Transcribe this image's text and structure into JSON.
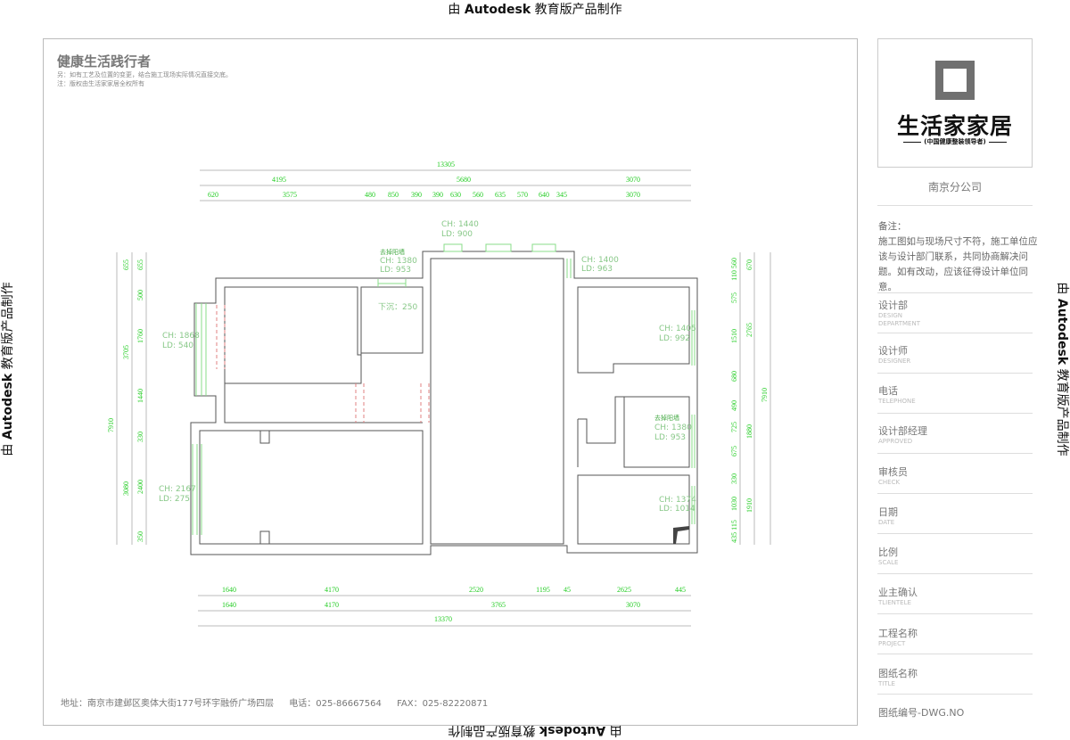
{
  "watermark": {
    "text_prefix": "由 ",
    "brand": "Autodesk",
    "text_suffix": " 教育版产品制作"
  },
  "header": {
    "title": "健康生活践行者",
    "note1": "另：如有工艺及位置的变更，结合施工现场实际情况直接交底。",
    "note2": "注：版权由生活家家居全权所有"
  },
  "footer": {
    "address": "地址：南京市建邺区奥体大街177号环宇融侨广场四层",
    "phone": "电话：025-86667564",
    "fax": "FAX：025-82220871"
  },
  "title_block": {
    "logo_name": "生活家家居",
    "logo_sub": "(中国健康整装领导者)",
    "branch": "南京分公司",
    "notes_title": "备注：",
    "notes_body": "施工图如与现场尺寸不符，施工单位应该与设计部门联系，共同协商解决问题。如有改动，应该征得设计单位同意。",
    "items": [
      {
        "cn": "设计部",
        "en": "DESIGN DEPARTMENT"
      },
      {
        "cn": "设计师",
        "en": "DESIGNER"
      },
      {
        "cn": "电话",
        "en": "TELEPHONE"
      },
      {
        "cn": "设计部经理",
        "en": "APPROVED"
      },
      {
        "cn": "审核员",
        "en": "CHECK"
      },
      {
        "cn": "日期",
        "en": "DATE"
      },
      {
        "cn": "比例",
        "en": "SCALE"
      },
      {
        "cn": "业主确认",
        "en": "TLIENTELE"
      },
      {
        "cn": "工程名称",
        "en": "PROJECT"
      },
      {
        "cn": "图纸名称",
        "en": "TITLE"
      }
    ],
    "dwg_no": "图纸编号-DWG.NO"
  },
  "dims": {
    "top_total": "13305",
    "top_mid": [
      "4195",
      "5680",
      "3070"
    ],
    "top_detail": [
      "620",
      "3575",
      "480",
      "850",
      "390",
      "390",
      "630",
      "560",
      "635",
      "570",
      "640",
      "345",
      "3070"
    ],
    "bottom_detail": [
      "1640",
      "4170",
      "2520",
      "1195",
      "45",
      "2625",
      "445"
    ],
    "bottom_mid": [
      "1640",
      "4170",
      "3765",
      "3070"
    ],
    "bottom_total": "13370",
    "left_total": "7910",
    "left_mid": [
      "655",
      "3705",
      "3080"
    ],
    "left_detail": [
      "655",
      "500",
      "1760",
      "1440",
      "330",
      "2400",
      "350"
    ],
    "right_detail": [
      "110 560",
      "575",
      "1510",
      "680",
      "490",
      "725",
      "675",
      "330",
      "1030",
      "435 115"
    ],
    "right_mid": [
      "670",
      "2765",
      "1880",
      "1910"
    ],
    "right_total": "7910"
  },
  "labels": {
    "w1": {
      "ch": "CH: 1868",
      "ld": "LD: 540"
    },
    "w2": {
      "ch": "CH: 2167",
      "ld": "LD: 275"
    },
    "w3": {
      "ch": "CH: 1440",
      "ld": "LD: 900"
    },
    "w4": {
      "note": "去掉阳墙",
      "ch": "CH: 1380",
      "ld": "LD: 953"
    },
    "w5": {
      "ch": "CH: 1400",
      "ld": "LD: 963"
    },
    "w6": {
      "ch": "CH: 1405",
      "ld": "LD: 992"
    },
    "w7": {
      "note": "去掉阳墙",
      "ch": "CH: 1380",
      "ld": "LD: 953"
    },
    "w8": {
      "ch": "CH: 1374",
      "ld": "LD: 1014"
    },
    "sunken": "下沉：250"
  },
  "colors": {
    "dimension": "#22cc22",
    "window": "#88dd88",
    "wall": "#555555",
    "demolish": "#e08080"
  }
}
